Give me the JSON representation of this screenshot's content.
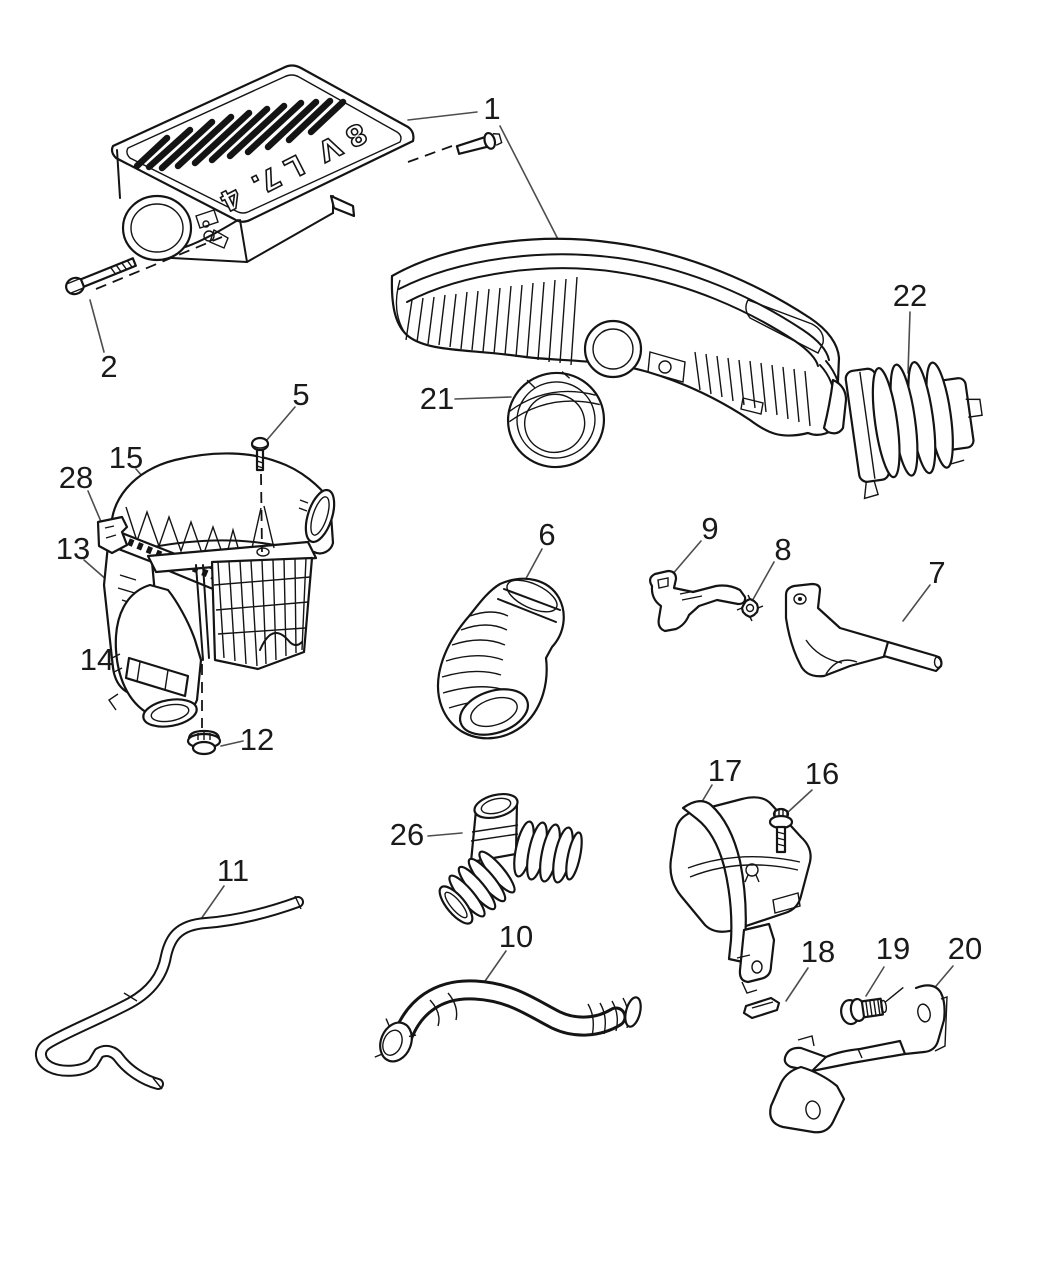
{
  "figure": {
    "type": "exploded-parts-diagram",
    "subject": "air cleaner and intake system",
    "cover_text": "4.7L V8",
    "colors": {
      "background": "#ffffff",
      "line": "#141414",
      "leader": "#4d4d4d",
      "label": "#1a1a1a"
    },
    "callouts": {
      "c1": "1",
      "c2": "2",
      "c5": "5",
      "c6": "6",
      "c7": "7",
      "c8": "8",
      "c9": "9",
      "c10": "10",
      "c11": "11",
      "c12": "12",
      "c13": "13",
      "c14": "14",
      "c15": "15",
      "c16": "16",
      "c17": "17",
      "c18": "18",
      "c19": "19",
      "c20": "20",
      "c21": "21",
      "c22": "22",
      "c26": "26",
      "c28": "28"
    }
  }
}
